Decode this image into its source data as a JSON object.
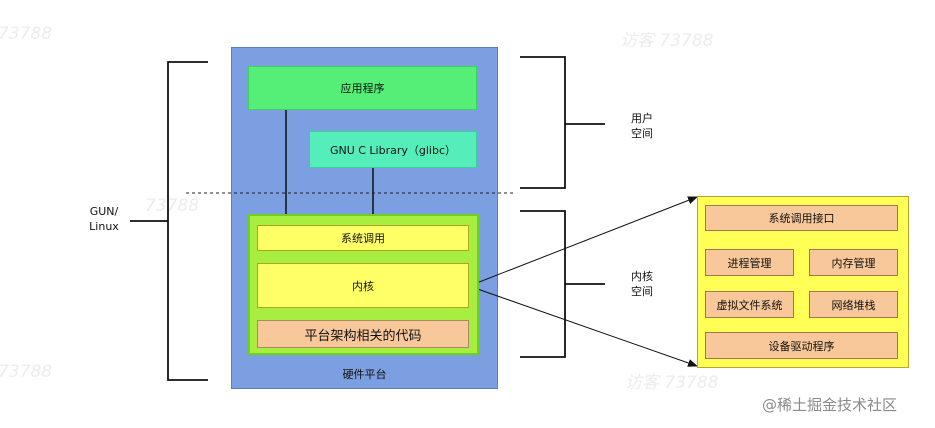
{
  "diagram": {
    "hardware_platform": "硬件平台",
    "application": "应用程序",
    "glibc": "GNU C Library（glibc）",
    "system_call": "系统调用",
    "kernel": "内核",
    "arch_code": "平台架构相关的代码",
    "gnu_linux": "GUN/\nLinux",
    "user_space": "用户\n空间",
    "kernel_space": "内核\n空间"
  },
  "kernel_detail": {
    "system_call_interface": "系统调用接口",
    "process_management": "进程管理",
    "memory_management": "内存管理",
    "virtual_file_system": "虚拟文件系统",
    "network_stack": "网络堆栈",
    "device_drivers": "设备驱动程序"
  },
  "watermarks": [
    "73788",
    "访客 73788",
    "73788",
    "访客 73788",
    "73788"
  ],
  "brand": "@稀土掘金技术社区"
}
